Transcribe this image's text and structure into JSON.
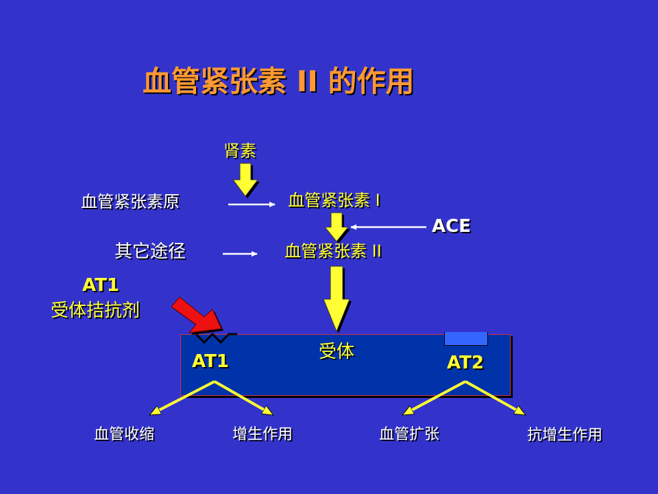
{
  "title": "血管紧张素 II 的作用",
  "pathway": {
    "renin": "肾素",
    "angiotensinogen": "血管紧张素原",
    "angiotensin_1": "血管紧张素 I",
    "ace": "ACE",
    "other_pathways": "其它途径",
    "angiotensin_2": "血管紧张素 II"
  },
  "antagonist": {
    "line1": "AT1",
    "line2": "受体拮抗剂"
  },
  "receptor": {
    "label": "受体",
    "at1": "AT1",
    "at2": "AT2"
  },
  "effects": {
    "vasoconstriction": "血管收缩",
    "proliferation": "增生作用",
    "vasodilation": "血管扩张",
    "anti_proliferation": "抗增生作用"
  },
  "colors": {
    "background": "#3333cc",
    "title": "#ff9933",
    "highlight": "#ffff33",
    "receptor_box": "#0033aa",
    "antagonist_arrow": "#ee1111"
  }
}
